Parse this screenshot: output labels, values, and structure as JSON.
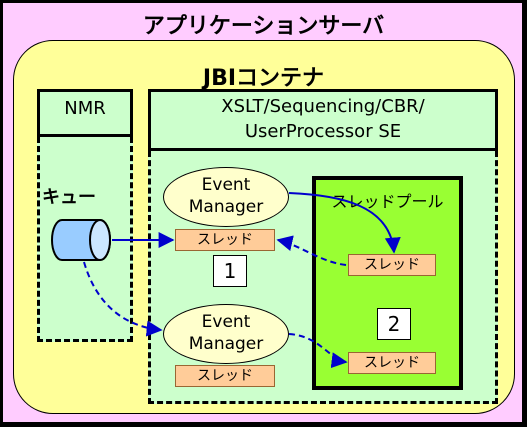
{
  "app_server": {
    "label": "アプリケーションサーバ"
  },
  "jbi_container": {
    "label": "JBIコンテナ"
  },
  "nmr": {
    "label": "NMR",
    "queue_label": "キュー"
  },
  "se": {
    "line1": "XSLT/Sequencing/CBR/",
    "line2": "UserProcessor SE"
  },
  "thread_pool": {
    "label": "スレッドプール"
  },
  "event_manager": {
    "line1": "Event",
    "line2": "Manager"
  },
  "thread_label": "スレッド",
  "markers": {
    "one": "1",
    "two": "2"
  },
  "colors": {
    "background": "#000000",
    "app_server": "#ffccff",
    "container": "#ffff99",
    "se_nmr": "#ccffcc",
    "thread_pool": "#99ff33",
    "event_manager": "#ffffcc",
    "thread": "#ffcc99",
    "queue": "#99ccff",
    "arrow": "#0000cc"
  }
}
